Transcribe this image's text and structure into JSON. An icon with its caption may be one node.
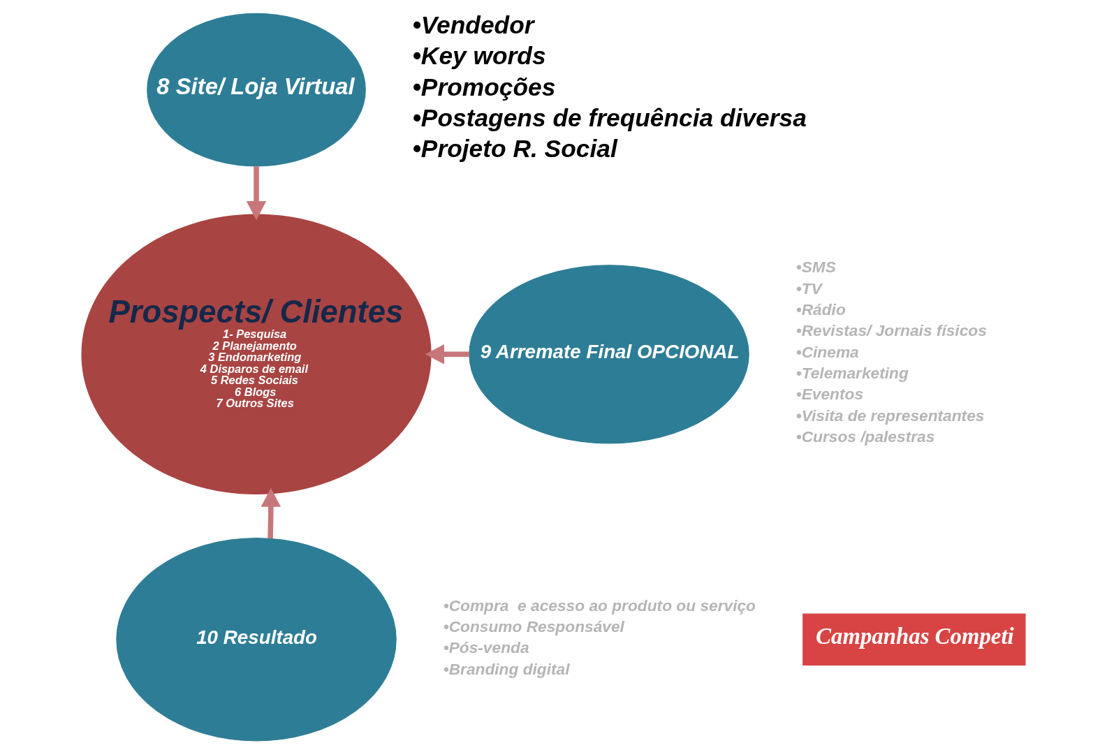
{
  "diagram": {
    "nodes": [
      {
        "text": [
          "8 Site/ Loja Virtual"
        ],
        "beside": [
          "•Vendedor",
          "•Key words",
          "•Promoções",
          "•Postagens de frequência diversa",
          "•Projeto R. Social"
        ]
      },
      {
        "text": [
          "Prospects/ Clientes",
          "1- Pesquisa",
          "2 Planejamento",
          "3 Endomarketing",
          "4 Disparos de email",
          "5 Redes Sociais",
          "6 Blogs",
          "7 Outros Sites"
        ]
      },
      {
        "text": [
          "9 Arremate Final OPCIONAL"
        ],
        "beside": [
          "•SMS",
          "•TV",
          "•Rádio",
          "•Revistas/ Jornais físicos",
          "•Cinema",
          "•Telemarketing",
          "•Eventos",
          "•Visita de representantes",
          "•Cursos /palestras"
        ]
      },
      {
        "text": [
          "10 Resultado"
        ],
        "beside": [
          "•Compra  e acesso ao produto ou serviço",
          "•Consumo Responsável",
          "•Pós-venda",
          "•Branding digital"
        ]
      },
      {
        "text": [
          "Campanhas Competi"
        ]
      }
    ],
    "edges": [
      {
        "from": 0,
        "to": 1,
        "arrow": "to"
      },
      {
        "from": 2,
        "to": 1,
        "arrow": "to"
      },
      {
        "from": 3,
        "to": 1,
        "arrow": "to"
      }
    ]
  }
}
